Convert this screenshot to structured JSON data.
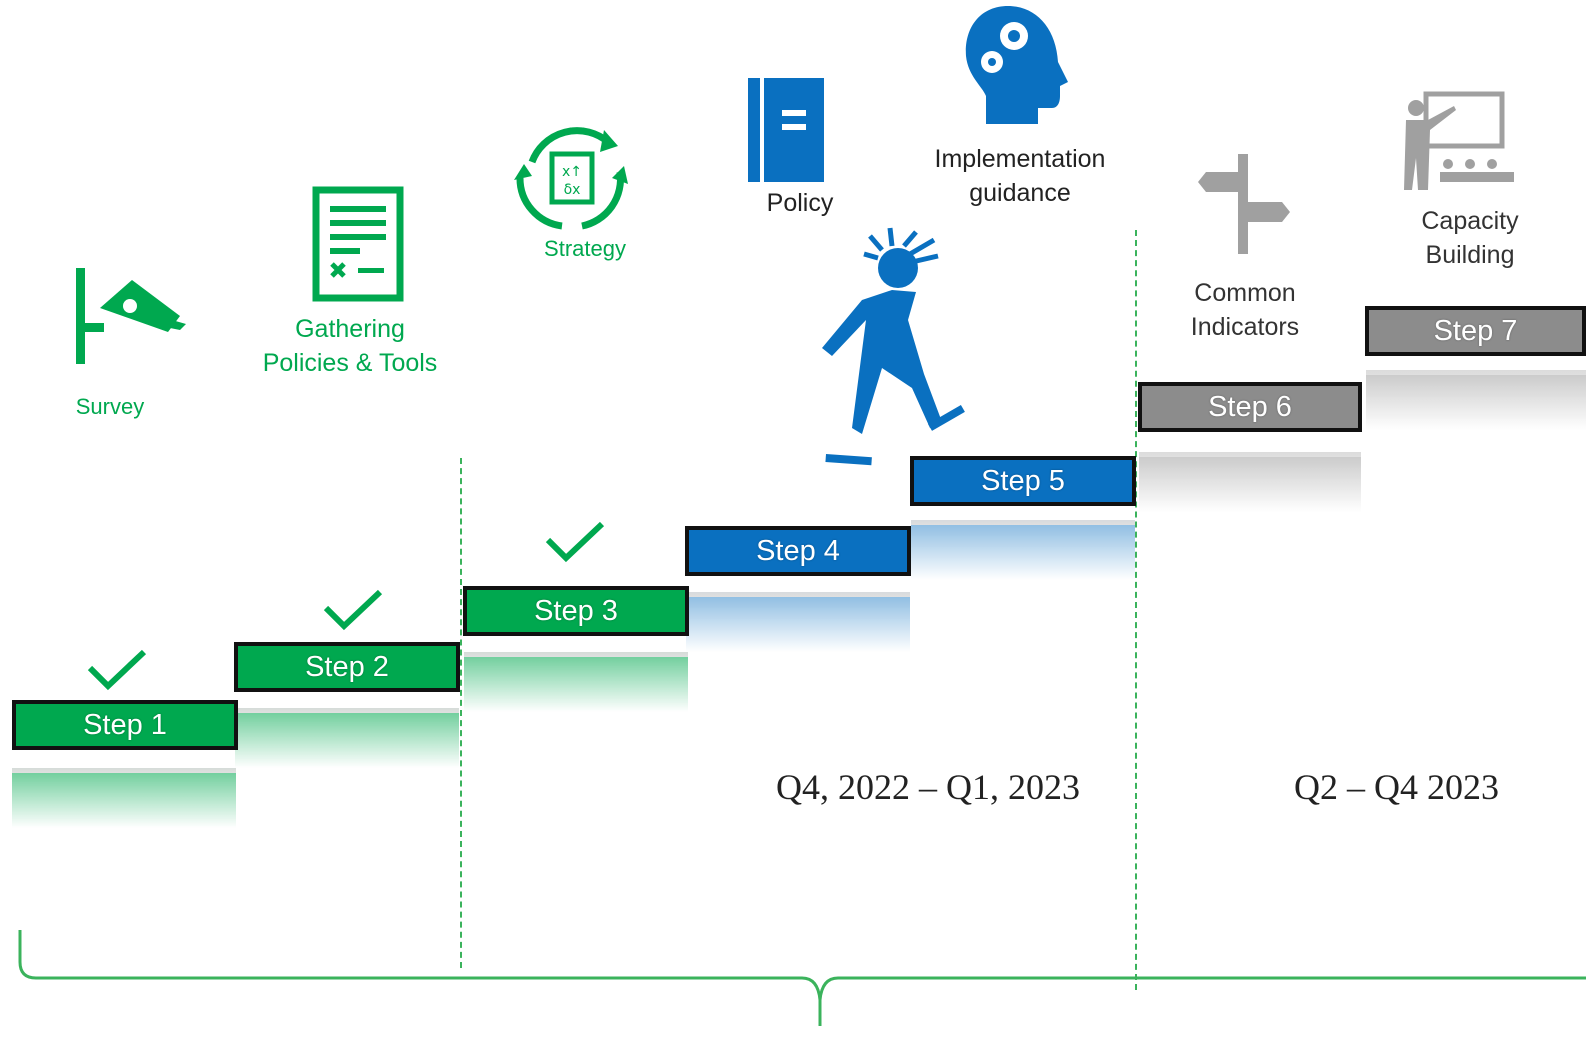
{
  "steps": [
    {
      "label": "Step 1",
      "color": "#00a84f",
      "completed": true
    },
    {
      "label": "Step 2",
      "color": "#00a84f",
      "completed": true
    },
    {
      "label": "Step 3",
      "color": "#00a84f",
      "completed": true
    },
    {
      "label": "Step 4",
      "color": "#0a70c0",
      "completed": false
    },
    {
      "label": "Step 5",
      "color": "#0a70c0",
      "completed": false
    },
    {
      "label": "Step 6",
      "color": "#8c8c8c",
      "completed": false
    },
    {
      "label": "Step 7",
      "color": "#8c8c8c",
      "completed": false
    }
  ],
  "activities": {
    "survey": "Survey",
    "gathering_line1": "Gathering",
    "gathering_line2": "Policies & Tools",
    "strategy": "Strategy",
    "policy": "Policy",
    "implementation_line1": "Implementation",
    "implementation_line2": "guidance",
    "common_line1": "Common",
    "common_line2": "Indicators",
    "capacity_line1": "Capacity",
    "capacity_line2": "Building"
  },
  "periods": {
    "phase2": "Q4, 2022 – Q1, 2023",
    "phase3": "Q2 – Q4 2023"
  },
  "icons": [
    "survey-camera-icon",
    "gathering-document-icon",
    "strategy-cycle-icon",
    "policy-book-icon",
    "implementation-head-gears-icon",
    "walking-person-icon",
    "signpost-icon",
    "capacity-teacher-icon",
    "checkmark-icon"
  ],
  "colors": {
    "green": "#00a84f",
    "blue": "#0a70c0",
    "grey": "#8c8c8c",
    "divider": "#3bb35c"
  }
}
